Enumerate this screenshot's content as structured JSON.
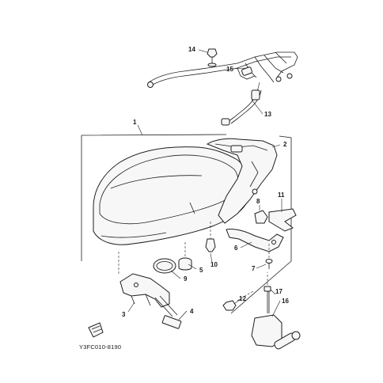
{
  "diagram": {
    "callouts": {
      "c1": "1",
      "c2": "2",
      "c3": "3",
      "c4": "4",
      "c5": "5",
      "c6": "6",
      "c7": "7",
      "c8": "8",
      "c9": "9",
      "c10": "10",
      "c11": "11",
      "c12": "12",
      "c13": "13",
      "c14": "14",
      "c15": "15",
      "c16": "16",
      "c17": "17"
    },
    "drawing_code": "Y3FC010-8190"
  }
}
